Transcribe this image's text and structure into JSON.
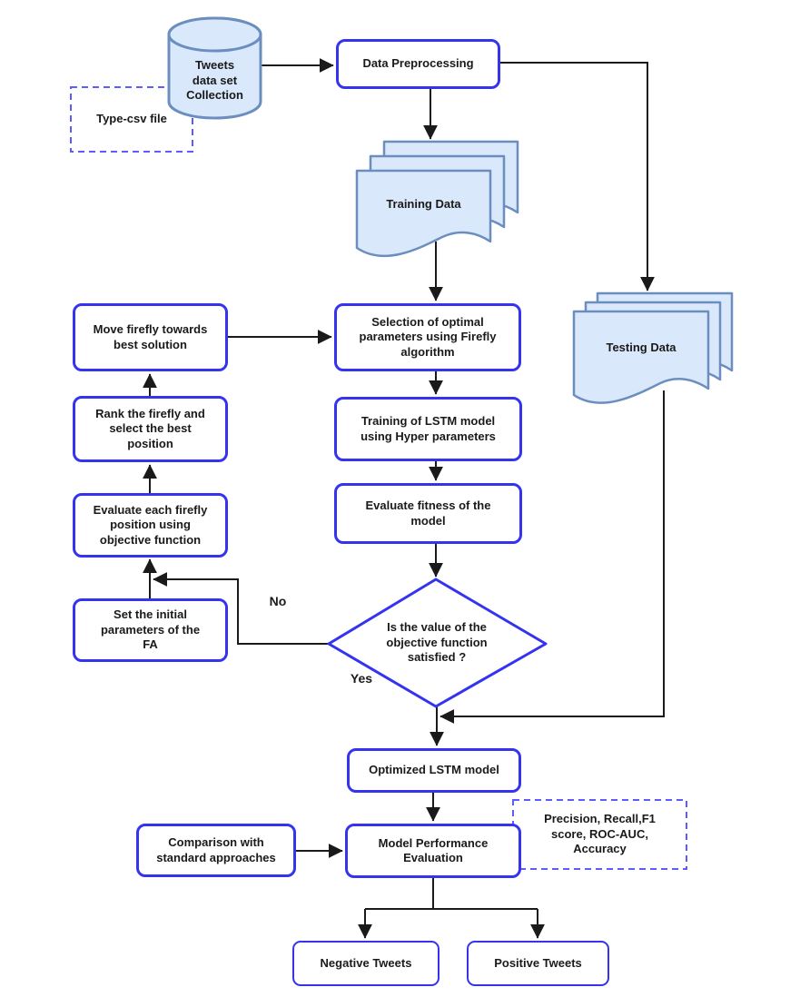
{
  "diagram": {
    "nodes": {
      "tweets_db": "Tweets\ndata set\nCollection",
      "type_csv_note": "Type-csv file",
      "data_preprocessing": "Data Preprocessing",
      "training_data": "Training Data",
      "testing_data": "Testing Data",
      "selection_optimal": "Selection of optimal\nparameters using Firefly\nalgorithm",
      "training_lstm": "Training of LSTM model\nusing Hyper parameters",
      "evaluate_fitness": "Evaluate fitness of the\nmodel",
      "decision": "Is the value of the\nobjective function\nsatisfied ?",
      "move_firefly": "Move firefly towards\nbest solution",
      "rank_firefly": "Rank the firefly and\nselect the best\nposition",
      "evaluate_each_firefly": "Evaluate each firefly\nposition using\nobjective function",
      "set_initial_params": "Set the initial\nparameters of the\nFA",
      "optimized_lstm": "Optimized LSTM model",
      "model_performance": "Model Performance\nEvaluation",
      "comparison": "Comparison with\nstandard approaches",
      "metrics_note": "Precision, Recall,F1\nscore, ROC-AUC,\nAccuracy",
      "negative_tweets": "Negative Tweets",
      "positive_tweets": "Positive Tweets"
    },
    "edge_labels": {
      "yes": "Yes",
      "no": "No"
    },
    "colors": {
      "node_border": "#3333f0",
      "node_fill": "#ffffff",
      "data_fill": "#dae8fc",
      "data_stroke": "#6c8ebf",
      "note_border": "#5c5cff",
      "connector": "#1a1a1a",
      "text": "#1a1a1a"
    }
  }
}
